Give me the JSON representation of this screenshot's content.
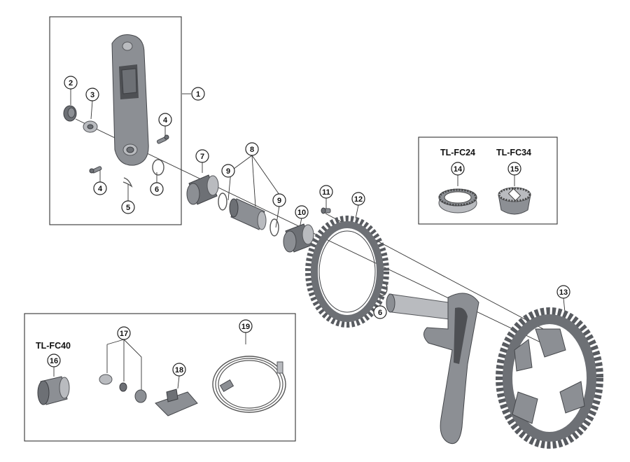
{
  "callouts": [
    {
      "id": "c1",
      "number": "1"
    },
    {
      "id": "c2",
      "number": "2"
    },
    {
      "id": "c3",
      "number": "3"
    },
    {
      "id": "c4a",
      "number": "4"
    },
    {
      "id": "c4b",
      "number": "4"
    },
    {
      "id": "c5",
      "number": "5"
    },
    {
      "id": "c6a",
      "number": "6"
    },
    {
      "id": "c6b",
      "number": "6"
    },
    {
      "id": "c7",
      "number": "7"
    },
    {
      "id": "c8",
      "number": "8"
    },
    {
      "id": "c9a",
      "number": "9"
    },
    {
      "id": "c9b",
      "number": "9"
    },
    {
      "id": "c10",
      "number": "10"
    },
    {
      "id": "c11",
      "number": "11"
    },
    {
      "id": "c12",
      "number": "12"
    },
    {
      "id": "c13",
      "number": "13"
    },
    {
      "id": "c14",
      "number": "14"
    },
    {
      "id": "c15",
      "number": "15"
    },
    {
      "id": "c16",
      "number": "16"
    },
    {
      "id": "c17",
      "number": "17"
    },
    {
      "id": "c18",
      "number": "18"
    },
    {
      "id": "c19",
      "number": "19"
    }
  ],
  "tools": {
    "tl_fc24": "TL-FC24",
    "tl_fc34": "TL-FC34",
    "tl_fc40": "TL-FC40"
  }
}
